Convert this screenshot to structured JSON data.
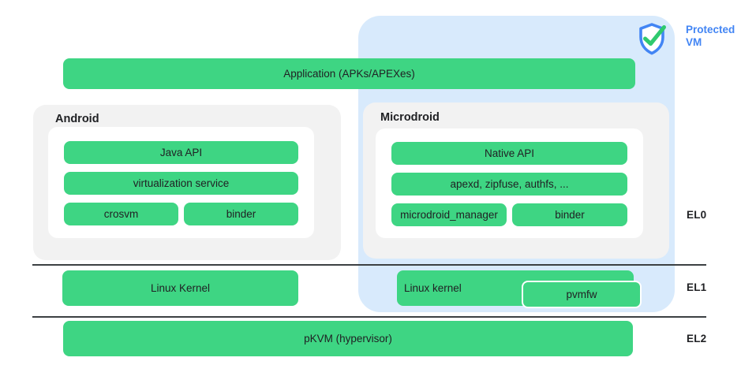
{
  "badge": {
    "label": "Protected VM",
    "icon": "shield-check-icon"
  },
  "layers": {
    "application": "Application (APKs/APEXes)"
  },
  "android": {
    "title": "Android",
    "bars": [
      "Java API",
      "virtualization service",
      "crosvm",
      "binder"
    ]
  },
  "microdroid": {
    "title": "Microdroid",
    "bars": [
      "Native API",
      "apexd, zipfuse, authfs, ...",
      "microdroid_manager",
      "binder"
    ]
  },
  "exception_levels": [
    "EL0",
    "EL1",
    "EL2"
  ],
  "el1": {
    "android_kernel": "Linux Kernel",
    "vm_kernel": "Linux kernel",
    "pvmfw": "pvmfw"
  },
  "el2": {
    "hypervisor": "pKVM (hypervisor)"
  },
  "colors": {
    "bar_green": "#3ED583",
    "protected_vm_blue": "#D8EAFC",
    "group_gray": "#F2F2F2",
    "accent_blue": "#4285F4",
    "check_green": "#2FC96E",
    "text_dark": "#202124",
    "line_gray": "#3C4043"
  }
}
